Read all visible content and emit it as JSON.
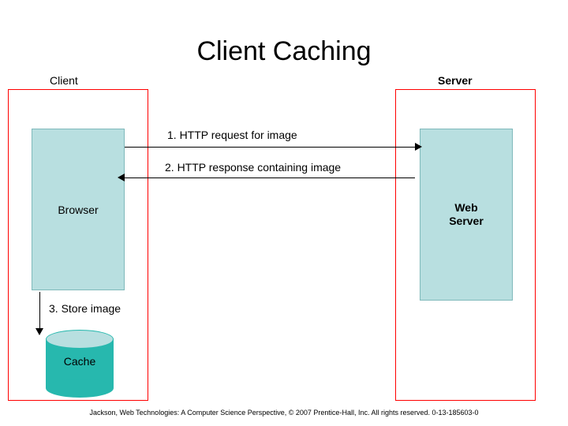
{
  "slide": {
    "title": "Client Caching",
    "client_label": "Client",
    "server_label": "Server",
    "browser_label": "Browser",
    "web_server_label": "Web\nServer",
    "web_server_line1": "Web",
    "web_server_line2": "Server",
    "cache_label": "Cache",
    "arrow1_label": "1. HTTP request for image",
    "arrow2_label": "2. HTTP response containing image",
    "arrow3_label": "3. Store image",
    "footer": "Jackson, Web Technologies: A Computer Science Perspective, © 2007 Prentice-Hall, Inc. All rights reserved. 0-13-185603-0"
  },
  "colors": {
    "box_border": "#ff0000",
    "box_fill": "#b8dfe0",
    "cylinder_fill": "#27b8ae",
    "arrow": "#000000",
    "text": "#000000",
    "background": "#ffffff"
  }
}
